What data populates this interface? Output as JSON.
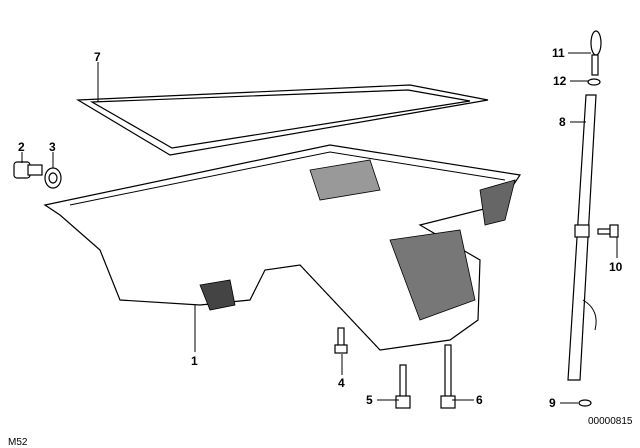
{
  "diagram": {
    "callouts": [
      {
        "id": "1",
        "part": "oil-pan"
      },
      {
        "id": "2",
        "part": "drain-plug"
      },
      {
        "id": "3",
        "part": "seal-ring"
      },
      {
        "id": "4",
        "part": "bolt"
      },
      {
        "id": "5",
        "part": "bolt"
      },
      {
        "id": "6",
        "part": "bolt"
      },
      {
        "id": "7",
        "part": "gasket"
      },
      {
        "id": "8",
        "part": "dipstick-guide-tube"
      },
      {
        "id": "9",
        "part": "o-ring"
      },
      {
        "id": "10",
        "part": "bolt"
      },
      {
        "id": "11",
        "part": "dipstick"
      },
      {
        "id": "12",
        "part": "o-ring"
      }
    ],
    "model_code": "M52",
    "diagram_number": "00000815"
  }
}
